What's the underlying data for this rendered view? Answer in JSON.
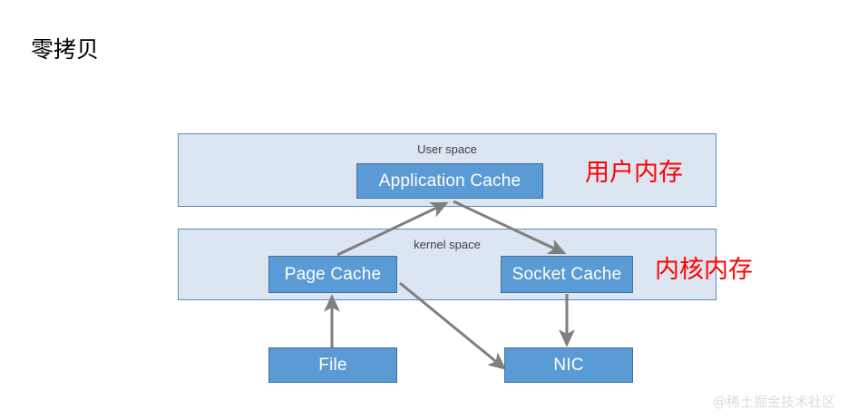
{
  "slide": {
    "title": "零拷贝",
    "background_color": "#ffffff"
  },
  "colors": {
    "region_fill": "#dce6f2",
    "region_border": "#5b8bbe",
    "node_fill": "#5b9bd5",
    "node_border": "#41719c",
    "node_text": "#ffffff",
    "annotation_red": "#ff0000",
    "arrow_gray": "#7f7f7f",
    "watermark_gray": "#dcdcdc"
  },
  "diagram": {
    "regions": [
      {
        "id": "user-space",
        "label": "User space"
      },
      {
        "id": "kernel-space",
        "label": "kernel space"
      }
    ],
    "nodes": [
      {
        "id": "application-cache",
        "label": "Application Cache"
      },
      {
        "id": "page-cache",
        "label": "Page Cache"
      },
      {
        "id": "socket-cache",
        "label": "Socket Cache"
      },
      {
        "id": "file",
        "label": "File"
      },
      {
        "id": "nic",
        "label": "NIC"
      }
    ],
    "annotations": [
      {
        "id": "user-memory",
        "label": "用户内存"
      },
      {
        "id": "kernel-memory",
        "label": "内核内存"
      }
    ],
    "arrows": [
      {
        "id": "file-to-page-cache",
        "from": "file",
        "to": "page-cache",
        "direction": "up"
      },
      {
        "id": "page-cache-to-application-cache",
        "from": "page-cache",
        "to": "application-cache",
        "direction": "up-right"
      },
      {
        "id": "application-cache-to-socket-cache",
        "from": "application-cache",
        "to": "socket-cache",
        "direction": "down-right"
      },
      {
        "id": "socket-cache-to-nic",
        "from": "socket-cache",
        "to": "nic",
        "direction": "down"
      },
      {
        "id": "page-cache-to-nic",
        "from": "page-cache",
        "to": "nic",
        "direction": "down-right"
      }
    ]
  },
  "watermark": {
    "text": "@稀土掘金技术社区"
  }
}
